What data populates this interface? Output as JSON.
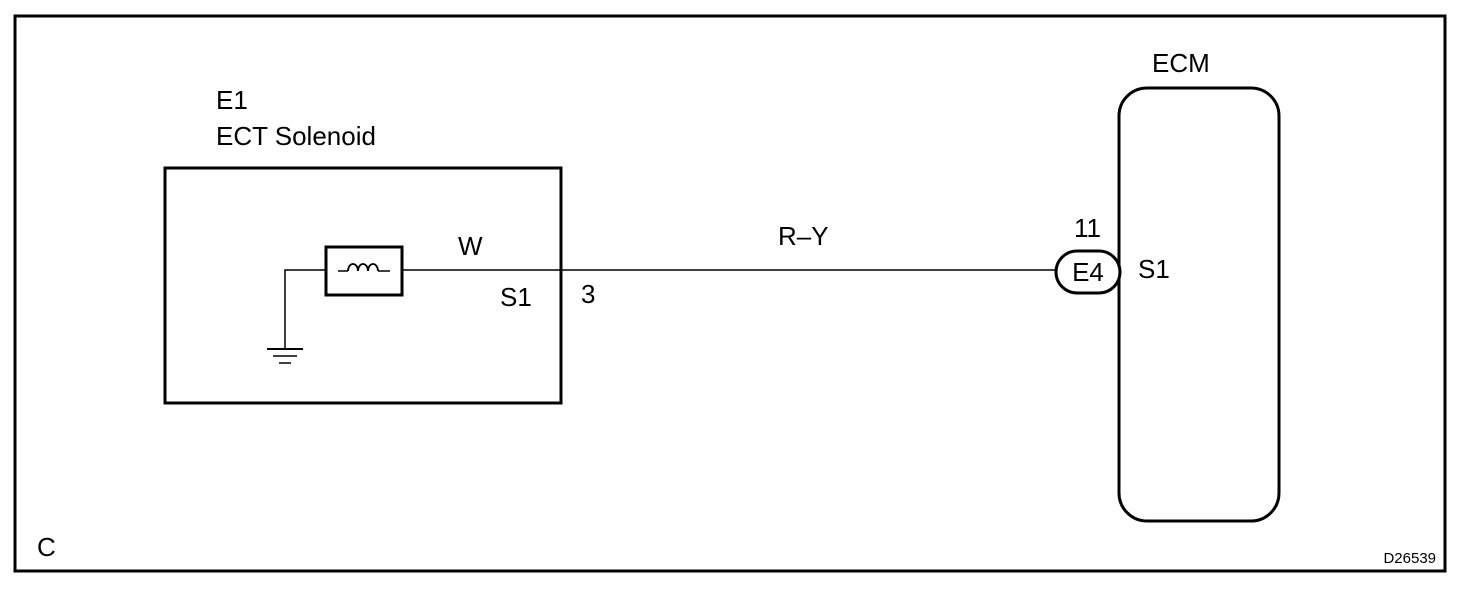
{
  "component": {
    "code": "E1",
    "name": "ECT Solenoid",
    "wire_color_internal": "W",
    "terminal_name": "S1",
    "pin": "3"
  },
  "wire": {
    "color": "R–Y"
  },
  "ecm": {
    "title": "ECM",
    "connector": "E4",
    "pin": "11",
    "terminal_name": "S1"
  },
  "corner_label": "C",
  "figure_id": "D26539",
  "icons": {
    "coil": "solenoid-coil-icon",
    "ground": "ground-icon"
  }
}
